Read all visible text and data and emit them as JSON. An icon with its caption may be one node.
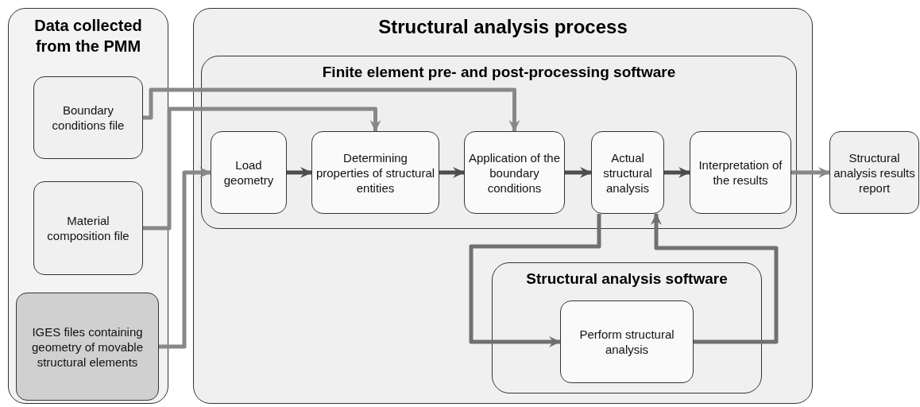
{
  "diagram": {
    "nodes": [
      {
        "text": [
          "Data collected from the PMM"
        ]
      },
      {
        "text": [
          "Boundary conditions file"
        ],
        "in": 0
      },
      {
        "text": [
          "Material composition file"
        ],
        "in": 0
      },
      {
        "text": [
          "IGES files containing geometry of movable structural elements"
        ],
        "in": 0
      },
      {
        "text": [
          "Structural analysis process"
        ]
      },
      {
        "text": [
          "Finite element pre- and post-processing software"
        ],
        "in": 4
      },
      {
        "text": [
          "Load geometry"
        ],
        "in": 5
      },
      {
        "text": [
          "Determining properties of structural entities"
        ],
        "in": 5
      },
      {
        "text": [
          "Application of the boundary conditions"
        ],
        "in": 5
      },
      {
        "text": [
          "Actual structural analysis"
        ],
        "in": 5
      },
      {
        "text": [
          "Interpretation of the results"
        ],
        "in": 5
      },
      {
        "text": [
          "Structural analysis results report"
        ]
      },
      {
        "text": [
          "Structural analysis software"
        ],
        "in": 4
      },
      {
        "text": [
          "Perform structural analysis"
        ],
        "in": 12
      }
    ],
    "edges": [
      {
        "from": 1,
        "to": 8,
        "arrow": "to"
      },
      {
        "from": 2,
        "to": 7,
        "arrow": "to"
      },
      {
        "from": 3,
        "to": 6,
        "arrow": "to"
      },
      {
        "from": 6,
        "to": 7,
        "arrow": "to",
        "color": "#4d4d4d"
      },
      {
        "from": 7,
        "to": 8,
        "arrow": "to",
        "color": "#4d4d4d"
      },
      {
        "from": 8,
        "to": 9,
        "arrow": "to",
        "color": "#4d4d4d"
      },
      {
        "from": 9,
        "to": 10,
        "arrow": "to",
        "color": "#4d4d4d"
      },
      {
        "from": 10,
        "to": 11,
        "arrow": "to"
      },
      {
        "from": 9,
        "to": 13,
        "arrow": "to",
        "color": "#707070"
      },
      {
        "from": 13,
        "to": 9,
        "arrow": "to",
        "color": "#707070"
      }
    ]
  }
}
